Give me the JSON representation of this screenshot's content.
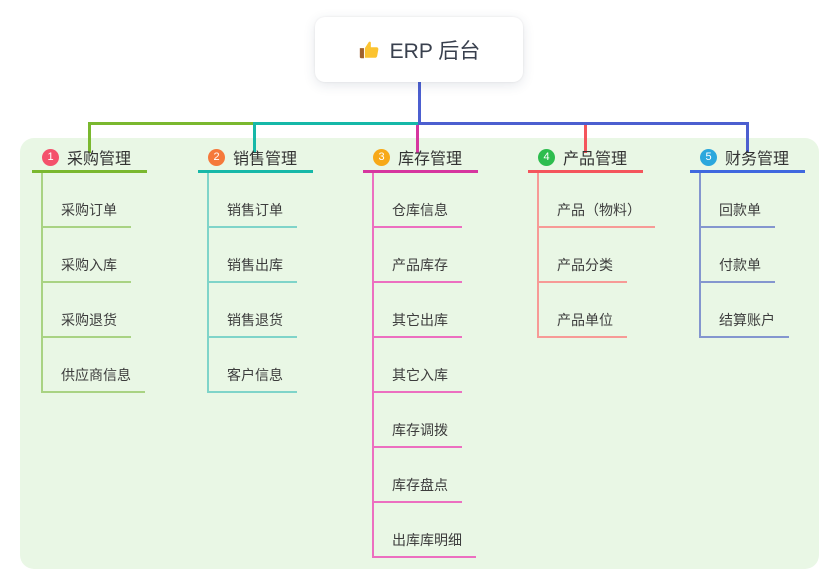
{
  "root": {
    "icon": "thumbs-up-icon",
    "title": "ERP 后台"
  },
  "connector_colors": {
    "root": "#4c5fd0",
    "b1": "#7ab82f",
    "b2": "#16b8a8",
    "b3": "#d6369f",
    "b4": "#f4555c",
    "b5": "#4c5fd0"
  },
  "panel_color": "#e9f7e5",
  "branches": [
    {
      "num": "1",
      "label": "采购管理",
      "badge_color": "#f4516c",
      "line_color": "#7ab82f",
      "line_light": "#a9d383",
      "children": [
        "采购订单",
        "采购入库",
        "采购退货",
        "供应商信息"
      ]
    },
    {
      "num": "2",
      "label": "销售管理",
      "badge_color": "#f5793b",
      "line_color": "#16b8a8",
      "line_light": "#7fd4c9",
      "children": [
        "销售订单",
        "销售出库",
        "销售退货",
        "客户信息"
      ]
    },
    {
      "num": "3",
      "label": "库存管理",
      "badge_color": "#f7a918",
      "line_color": "#d6369f",
      "line_light": "#ec6fc0",
      "children": [
        "仓库信息",
        "产品库存",
        "其它出库",
        "其它入库",
        "库存调拨",
        "库存盘点",
        "出库库明细"
      ]
    },
    {
      "num": "4",
      "label": "产品管理",
      "badge_color": "#2dbd4e",
      "line_color": "#f4555c",
      "line_light": "#f79a96",
      "children": [
        "产品（物料）",
        "产品分类",
        "产品单位"
      ]
    },
    {
      "num": "5",
      "label": "财务管理",
      "badge_color": "#2ba7dd",
      "line_color": "#3f68df",
      "line_light": "#8496cf",
      "children": [
        "回款单",
        "付款单",
        "结算账户"
      ]
    }
  ]
}
